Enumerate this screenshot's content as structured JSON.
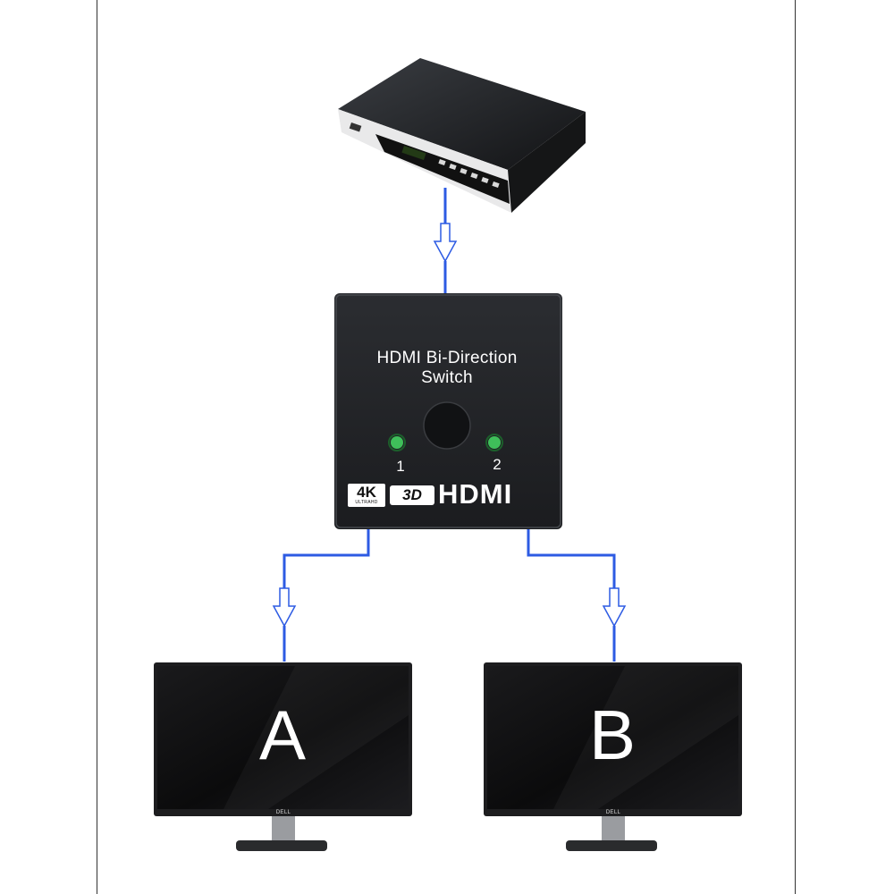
{
  "switch": {
    "title_line1": "HDMI Bi-Direction",
    "title_line2": "Switch",
    "port1_label": "1",
    "port2_label": "2",
    "logo_4k": "4K",
    "logo_4k_sub": "ULTRAHD",
    "logo_3d": "3D",
    "logo_hdmi": "HDMI"
  },
  "monitors": [
    {
      "letter": "A",
      "brand": "DELL"
    },
    {
      "letter": "B",
      "brand": "DELL"
    }
  ],
  "colors": {
    "connector_line": "#2d5be3",
    "device_body": "#1f2124",
    "led": "#3fbf5a",
    "screen": "#0c0c0d"
  },
  "icons": [
    "source-device-icon",
    "arrow-down-icon",
    "hdmi-switch-icon",
    "monitor-icon"
  ]
}
